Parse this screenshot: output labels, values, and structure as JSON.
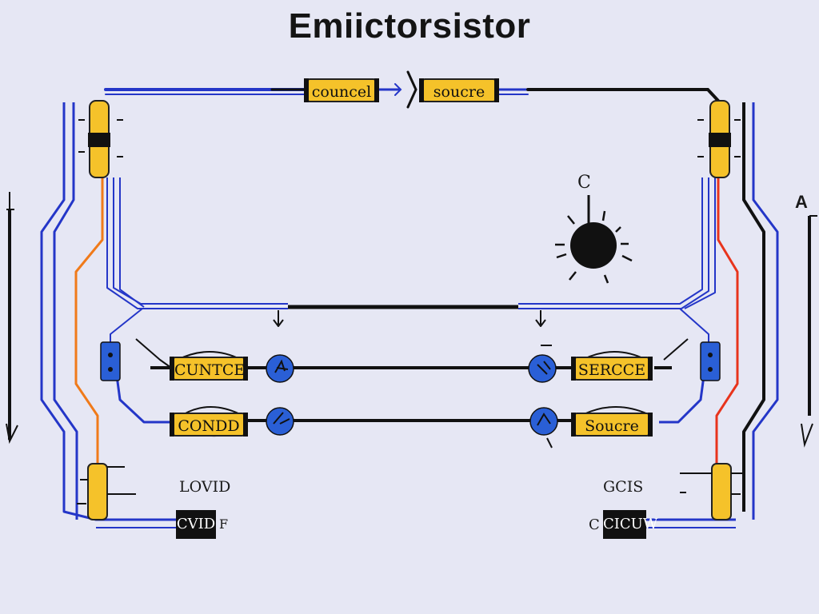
{
  "title": "Emiictorsistor",
  "components": {
    "top_left_box": "councel",
    "top_right_box": "soucre",
    "mid_left_box": "CUNTCE",
    "mid_right_box": "SERCCE",
    "low_left_box": "CONDD",
    "low_right_box": "Soucre"
  },
  "ground": {
    "left_block": "CVID",
    "left_block_suffix": "F",
    "left_label": "LOVID",
    "right_block": "CICUW",
    "right_block_prefix": "C",
    "right_label": "GCIS"
  },
  "markers": {
    "lamp_label": "C",
    "right_arrow_label": "A"
  },
  "colors": {
    "background": "#e6e7f4",
    "wire_blue": "#2436c8",
    "wire_black": "#111111",
    "wire_orange": "#f07a1a",
    "wire_red": "#e8341c",
    "component_yellow": "#f5c22a",
    "node_blue": "#2a5fd6"
  }
}
